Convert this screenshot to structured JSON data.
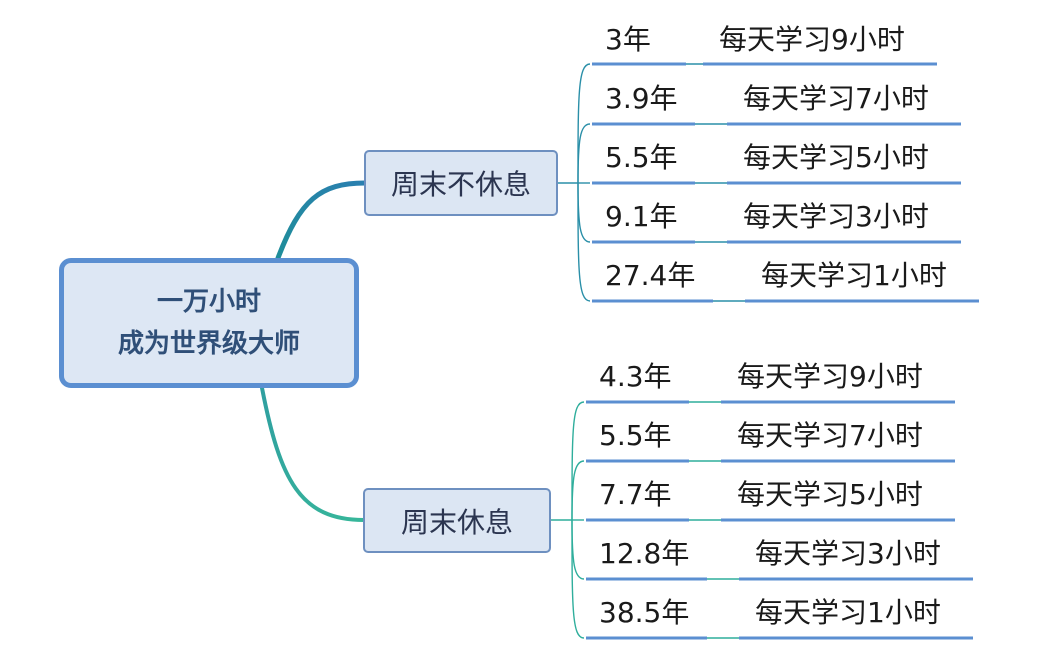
{
  "root": {
    "line1": "一万小时",
    "line2": "成为世界级大师"
  },
  "branches": [
    {
      "label": "周末不休息",
      "leaves": [
        {
          "years": "3年",
          "hours": "每天学习9小时"
        },
        {
          "years": "3.9年",
          "hours": "每天学习7小时"
        },
        {
          "years": "5.5年",
          "hours": "每天学习5小时"
        },
        {
          "years": "9.1年",
          "hours": "每天学习3小时"
        },
        {
          "years": "27.4年",
          "hours": "每天学习1小时"
        }
      ]
    },
    {
      "label": "周末休息",
      "leaves": [
        {
          "years": "4.3年",
          "hours": "每天学习9小时"
        },
        {
          "years": "5.5年",
          "hours": "每天学习7小时"
        },
        {
          "years": "7.7年",
          "hours": "每天学习5小时"
        },
        {
          "years": "12.8年",
          "hours": "每天学习3小时"
        },
        {
          "years": "38.5年",
          "hours": "每天学习1小时"
        }
      ]
    }
  ],
  "colors": {
    "connector": "#2a9d8f",
    "underline": "#5b8fd1",
    "root_border": "#5b8fd1",
    "branch_fill": "#dce6f3"
  }
}
